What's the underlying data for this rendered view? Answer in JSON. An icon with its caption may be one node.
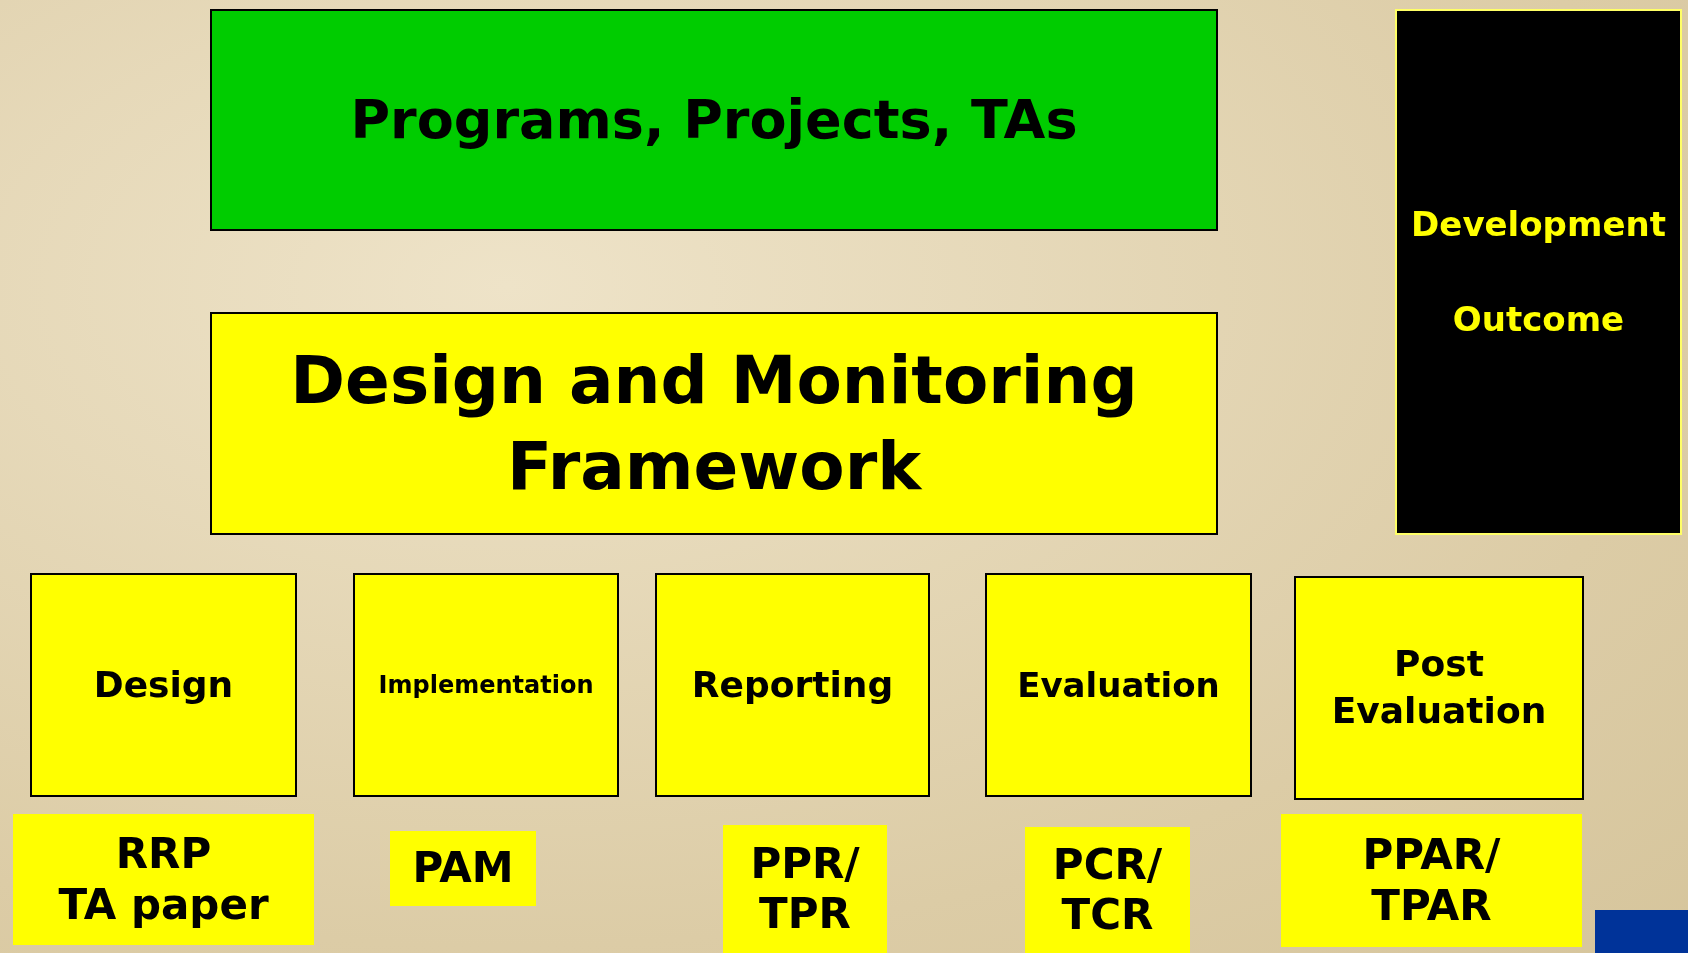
{
  "diagram": {
    "nodes": [
      {
        "text": [
          "Programs, Projects, TAs"
        ]
      },
      {
        "text": [
          "Design and Monitoring Framework"
        ]
      },
      {
        "text": [
          "Development Outcome"
        ]
      },
      {
        "text": [
          "Design"
        ]
      },
      {
        "text": [
          "Implementation"
        ]
      },
      {
        "text": [
          "Reporting"
        ]
      },
      {
        "text": [
          "Evaluation"
        ]
      },
      {
        "text": [
          "Post Evaluation"
        ]
      },
      {
        "text": [
          "RRP",
          "TA paper"
        ]
      },
      {
        "text": [
          "PAM"
        ]
      },
      {
        "text": [
          "PPR/ TPR"
        ]
      },
      {
        "text": [
          "PCR/ TCR"
        ]
      },
      {
        "text": [
          "PPAR/ TPAR"
        ]
      }
    ]
  }
}
